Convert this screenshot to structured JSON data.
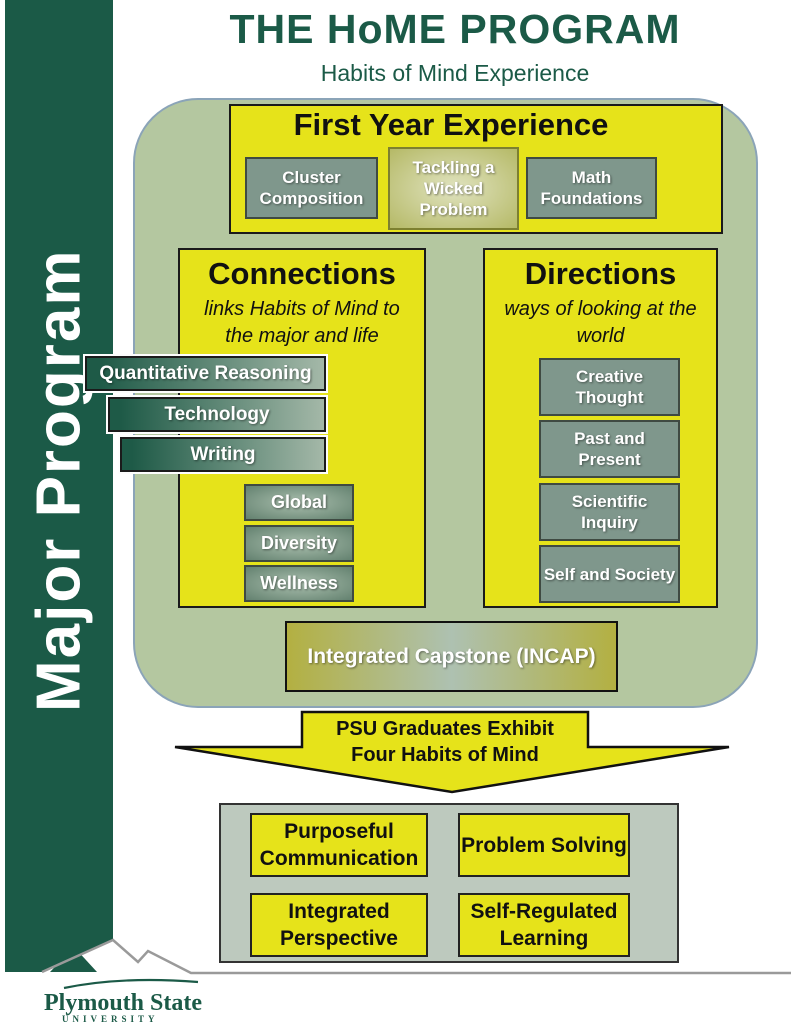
{
  "header": {
    "title": "THE HoME PROGRAM",
    "subtitle": "Habits of Mind Experience"
  },
  "side_banner": {
    "label": "Major Program"
  },
  "program": {
    "first_year": {
      "title": "First Year Experience",
      "items": [
        "Cluster Composition",
        "Tackling a Wicked Problem",
        "Math Foundations"
      ]
    },
    "connections": {
      "title": "Connections",
      "subtitle": "links Habits of Mind to the major and life",
      "major_linked_items": [
        "Quantitative Reasoning",
        "Technology",
        "Writing"
      ],
      "items": [
        "Global",
        "Diversity",
        "Wellness"
      ]
    },
    "directions": {
      "title": "Directions",
      "subtitle": "ways of looking at the world",
      "items": [
        "Creative Thought",
        "Past and Present",
        "Scientific Inquiry",
        "Self and Society"
      ]
    },
    "capstone": {
      "label": "Integrated Capstone (INCAP)"
    }
  },
  "arrow": {
    "line1": "PSU Graduates Exhibit",
    "line2": "Four Habits of Mind"
  },
  "habits": {
    "items": [
      "Purposeful Communication",
      "Problem Solving",
      "Integrated Perspective",
      "Self-Regulated Learning"
    ]
  },
  "footer": {
    "logo_line1": "Plymouth State",
    "logo_line2": "UNIVERSITY"
  },
  "colors": {
    "brand_green": "#1b5a47",
    "panel_sage": "#b4c7a0",
    "highlight_yellow": "#e6e31a",
    "slate_green": "#7f978c",
    "habits_panel": "#bdc9be"
  }
}
